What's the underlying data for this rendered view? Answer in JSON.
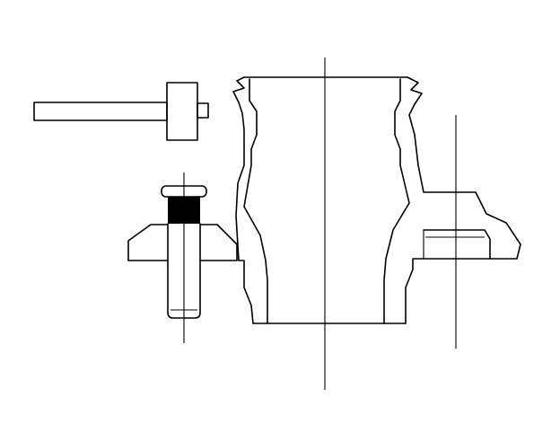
{
  "figure": {
    "description_visible_text": "",
    "colors": {
      "line": "#000000",
      "background": "#ffffff",
      "knurl": "#000000"
    },
    "parts": [
      {
        "name": "drift-tool"
      },
      {
        "name": "stud-bolt"
      },
      {
        "name": "hub-body"
      },
      {
        "name": "wheel-flange"
      },
      {
        "name": "centerline"
      }
    ]
  }
}
